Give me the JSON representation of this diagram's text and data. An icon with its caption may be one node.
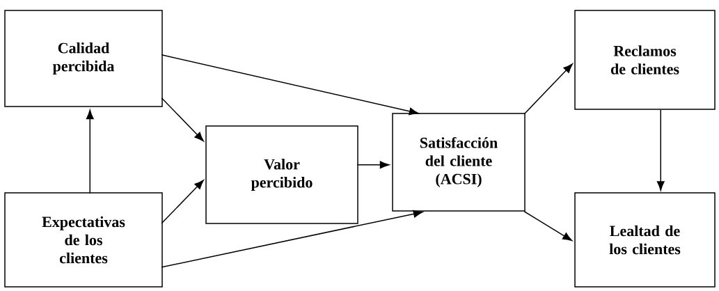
{
  "diagram": {
    "nodes": [
      {
        "text": [
          "Calidad percibida"
        ]
      },
      {
        "text": [
          "Reclamos de clientes"
        ]
      },
      {
        "text": [
          "Valor percibido"
        ]
      },
      {
        "text": [
          "Satisfacción del cliente (ACSI)"
        ]
      },
      {
        "text": [
          "Expectativas de los clientes"
        ]
      },
      {
        "text": [
          "Lealtad de los clientes"
        ]
      }
    ],
    "edges": [
      {
        "from": 4,
        "to": 0,
        "arrow": "to"
      },
      {
        "from": 0,
        "to": 3,
        "arrow": "to"
      },
      {
        "from": 0,
        "to": 2,
        "arrow": "to"
      },
      {
        "from": 4,
        "to": 2,
        "arrow": "to"
      },
      {
        "from": 2,
        "to": 3,
        "arrow": "to"
      },
      {
        "from": 4,
        "to": 3,
        "arrow": "to"
      },
      {
        "from": 3,
        "to": 1,
        "arrow": "to"
      },
      {
        "from": 3,
        "to": 5,
        "arrow": "to"
      },
      {
        "from": 1,
        "to": 5,
        "arrow": "to"
      }
    ]
  }
}
